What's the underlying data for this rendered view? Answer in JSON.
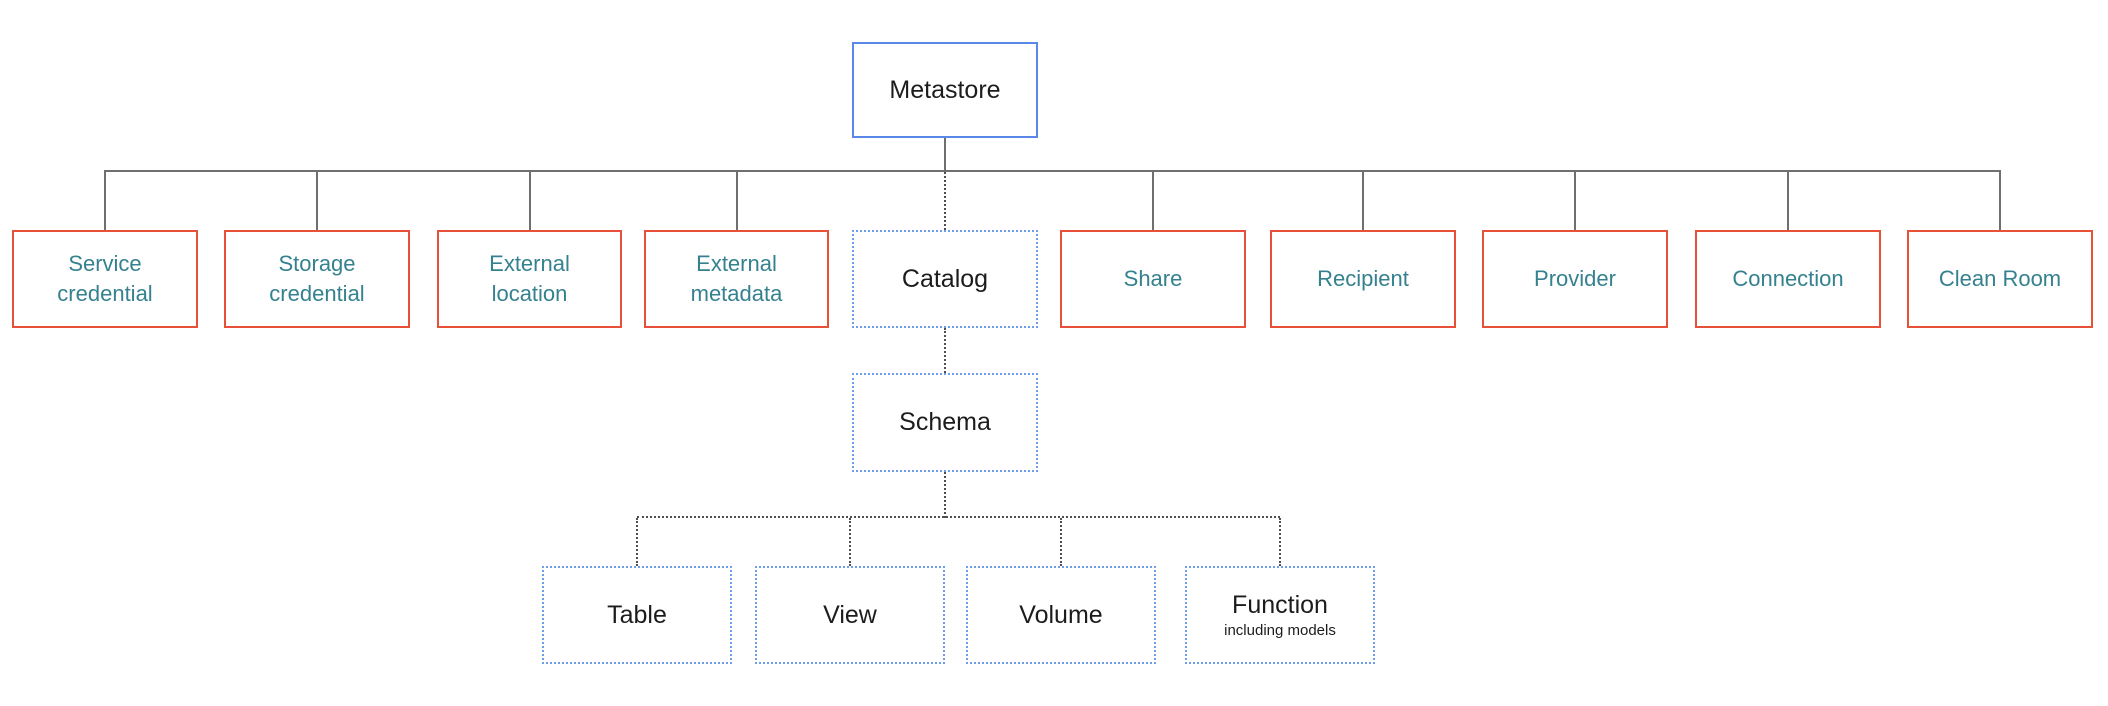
{
  "nodes": {
    "metastore": {
      "label": "Metastore"
    },
    "service_credential": {
      "label": "Service credential"
    },
    "storage_credential": {
      "label": "Storage credential"
    },
    "external_location": {
      "label": "External location"
    },
    "external_metadata": {
      "label": "External metadata"
    },
    "catalog": {
      "label": "Catalog"
    },
    "share": {
      "label": "Share"
    },
    "recipient": {
      "label": "Recipient"
    },
    "provider": {
      "label": "Provider"
    },
    "connection": {
      "label": "Connection"
    },
    "clean_room": {
      "label": "Clean Room"
    },
    "schema": {
      "label": "Schema"
    },
    "table": {
      "label": "Table"
    },
    "view": {
      "label": "View"
    },
    "volume": {
      "label": "Volume"
    },
    "function": {
      "label": "Function",
      "sublabel": "including models"
    }
  },
  "colors": {
    "solid_blue_border": "#5b87e8",
    "dotted_blue_border": "#6d9eeb",
    "red_border": "#e8503a",
    "teal_text": "#35818f",
    "black_text": "#1c1c1e",
    "line_gray": "#6f6f6f",
    "dotted_line_gray": "#4f4f4f"
  }
}
